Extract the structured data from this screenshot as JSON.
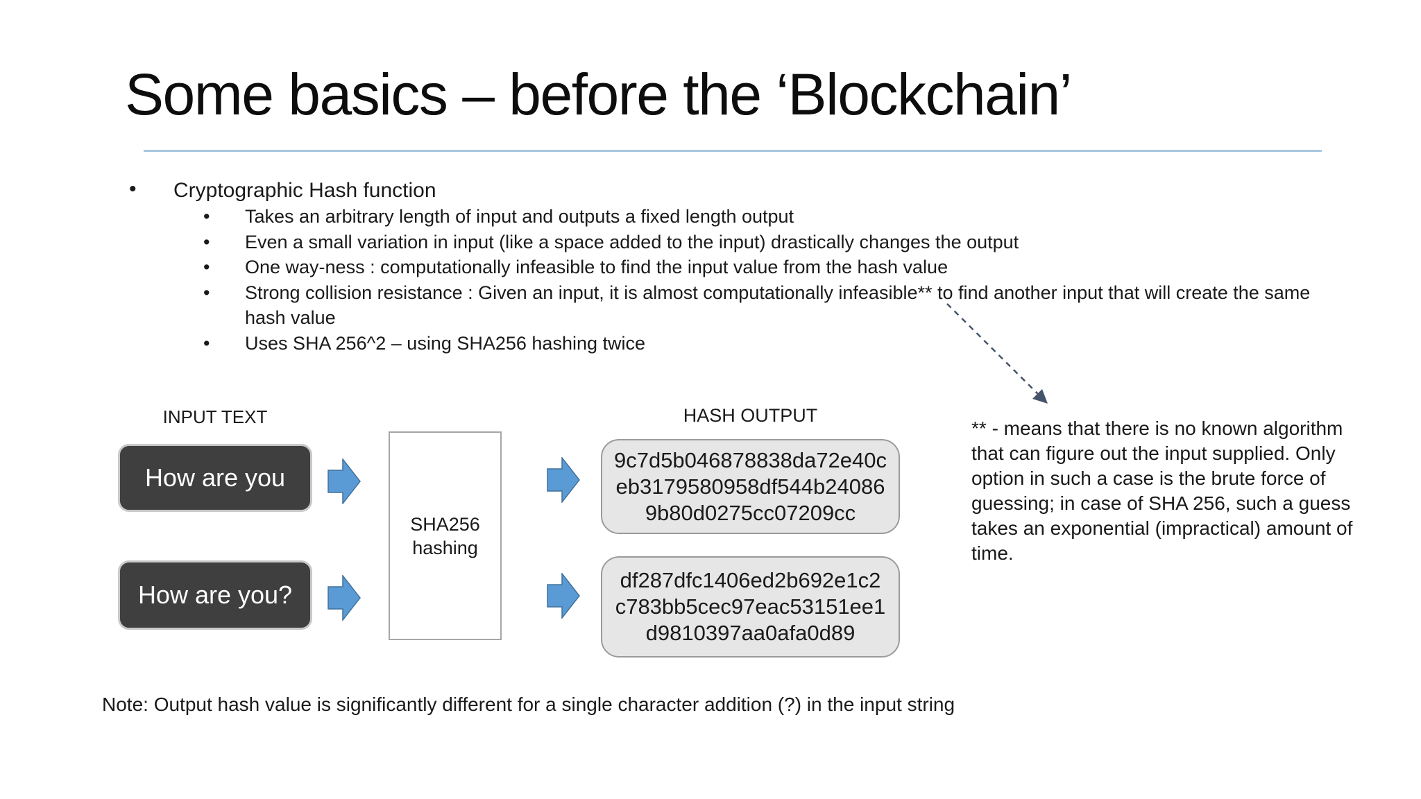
{
  "slide": {
    "title": "Some basics – before the ‘Blockchain’",
    "bullets": {
      "level1": "Cryptographic Hash function",
      "level2": [
        "Takes an arbitrary length of input and outputs a fixed length output",
        "Even a small variation in input (like a space added to the input) drastically changes the output",
        "One way-ness : computationally infeasible to find the input value from the hash value",
        "Strong collision resistance : Given an input, it is almost computationally infeasible** to find another input that will create the same hash value",
        "Uses SHA 256^2 – using SHA256 hashing twice"
      ]
    },
    "diagram": {
      "input_label": "INPUT TEXT",
      "output_label": "HASH OUTPUT",
      "input_1": "How are you",
      "input_2": "How are you?",
      "process_lines": [
        "SHA256",
        "hashing"
      ],
      "hash_output_1_lines": [
        "9c7d5b046878838da72e40c",
        "eb3179580958df544b24086",
        "9b80d0275cc07209cc"
      ],
      "hash_output_2_lines": [
        "df287dfc1406ed2b692e1c2",
        "c783bb5cec97eac53151ee1",
        "d9810397aa0afa0d89"
      ],
      "arrow_icon": "right-block-arrow"
    },
    "annotation_lines": [
      "** - means that there is no known algorithm",
      "that can figure out the input supplied. Only",
      "option in such a case is the brute force of",
      "guessing; in case of SHA 256, such a guess",
      "takes an exponential (impractical) amount of",
      "time."
    ],
    "note": "Note: Output hash value is significantly different for a single character addition (?) in the input string"
  },
  "colors": {
    "text_color": "#1a1a1a",
    "title_rule": "#a9c7df",
    "input_box_fill": "#3f3f3f",
    "input_box_border": "#c8c8c8",
    "arrow_fill": "#5b9bd5",
    "arrow_stroke": "#41719c",
    "sha_box_border": "#a6a6a6",
    "hash_box_fill": "#e7e6e6",
    "hash_box_border": "#9b9b9b",
    "dashed_arrow": "#44546a"
  }
}
